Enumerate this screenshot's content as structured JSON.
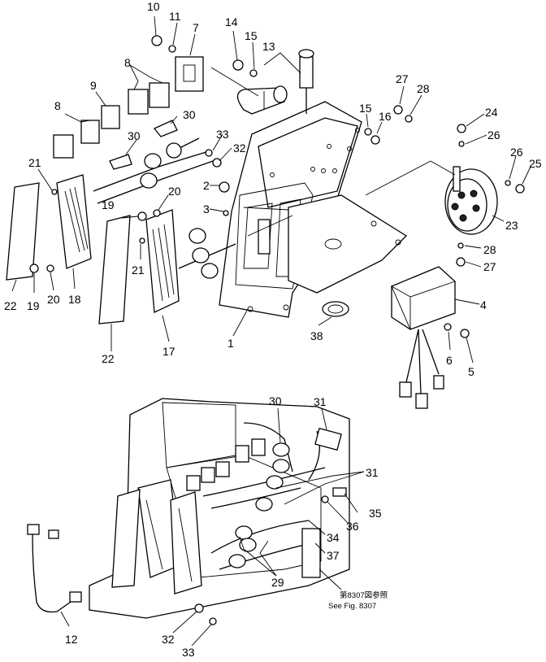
{
  "diagram": {
    "part_labels": [
      {
        "id": "p10a",
        "text": "10"
      },
      {
        "id": "p11a",
        "text": "11"
      },
      {
        "id": "p7",
        "text": "7"
      },
      {
        "id": "p14",
        "text": "14"
      },
      {
        "id": "p15a",
        "text": "15"
      },
      {
        "id": "p13",
        "text": "13"
      },
      {
        "id": "p27a",
        "text": "27"
      },
      {
        "id": "p28a",
        "text": "28"
      },
      {
        "id": "p8a",
        "text": "8"
      },
      {
        "id": "p9",
        "text": "9"
      },
      {
        "id": "p8b",
        "text": "8"
      },
      {
        "id": "p30a",
        "text": "30"
      },
      {
        "id": "p15b",
        "text": "15"
      },
      {
        "id": "p16",
        "text": "16"
      },
      {
        "id": "p24",
        "text": "24"
      },
      {
        "id": "p26a",
        "text": "26"
      },
      {
        "id": "p30b",
        "text": "30"
      },
      {
        "id": "p33a",
        "text": "33"
      },
      {
        "id": "p32a",
        "text": "32"
      },
      {
        "id": "p26b",
        "text": "26"
      },
      {
        "id": "p25",
        "text": "25"
      },
      {
        "id": "p21a",
        "text": "21"
      },
      {
        "id": "p2",
        "text": "2"
      },
      {
        "id": "p20a",
        "text": "20"
      },
      {
        "id": "p3",
        "text": "3"
      },
      {
        "id": "p19a",
        "text": "19"
      },
      {
        "id": "p23",
        "text": "23"
      },
      {
        "id": "p21b",
        "text": "21"
      },
      {
        "id": "p28b",
        "text": "28"
      },
      {
        "id": "p27b",
        "text": "27"
      },
      {
        "id": "p22a",
        "text": "22"
      },
      {
        "id": "p19b",
        "text": "19"
      },
      {
        "id": "p20b",
        "text": "20"
      },
      {
        "id": "p18",
        "text": "18"
      },
      {
        "id": "p4",
        "text": "4"
      },
      {
        "id": "p1",
        "text": "1"
      },
      {
        "id": "p38",
        "text": "38"
      },
      {
        "id": "p17",
        "text": "17"
      },
      {
        "id": "p6",
        "text": "6"
      },
      {
        "id": "p22b",
        "text": "22"
      },
      {
        "id": "p5",
        "text": "5"
      },
      {
        "id": "p30c",
        "text": "30"
      },
      {
        "id": "p31a",
        "text": "31"
      },
      {
        "id": "p31b",
        "text": "31"
      },
      {
        "id": "p35",
        "text": "35"
      },
      {
        "id": "p36",
        "text": "36"
      },
      {
        "id": "p34",
        "text": "34"
      },
      {
        "id": "p37",
        "text": "37"
      },
      {
        "id": "p29",
        "text": "29"
      },
      {
        "id": "p12",
        "text": "12"
      },
      {
        "id": "p32b",
        "text": "32"
      },
      {
        "id": "p33b",
        "text": "33"
      }
    ],
    "reference_note_jp": "第8307図参照",
    "reference_note_en": "See Fig. 8307"
  }
}
